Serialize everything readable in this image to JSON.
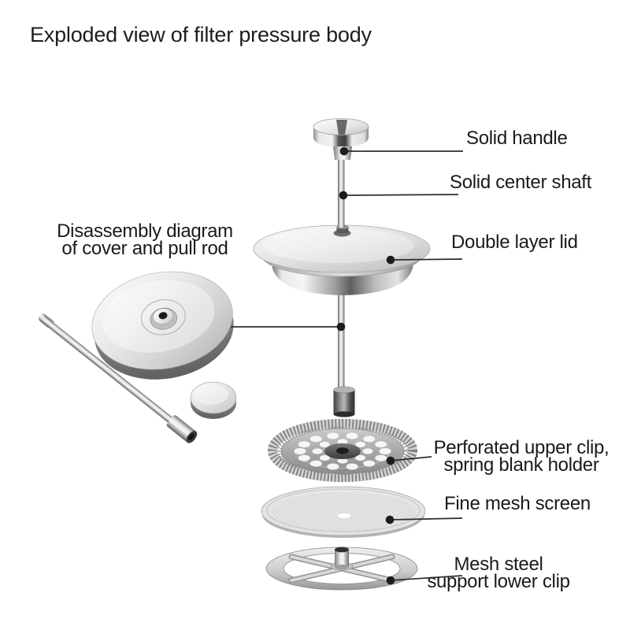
{
  "title": "Exploded view of filter pressure body",
  "callouts": {
    "solid_handle": "Solid handle",
    "solid_center_shaft": "Solid center shaft",
    "double_layer_lid": "Double layer lid",
    "disassembly": {
      "line1": "Disassembly diagram",
      "line2": "of cover and pull rod"
    },
    "perforated": {
      "line1": "Perforated upper clip,",
      "line2": "spring blank holder"
    },
    "fine_mesh_screen": "Fine mesh screen",
    "mesh_support": {
      "line1": "Mesh steel",
      "line2": "support lower clip"
    }
  },
  "parts": [
    "solid-handle-knob",
    "solid-center-shaft",
    "double-layer-lid",
    "shaft-end-coupler",
    "perforated-upper-clip-spring-blank-holder",
    "fine-mesh-screen",
    "mesh-steel-support-lower-clip",
    "detached-cover",
    "pull-rod",
    "cover-knob-cap"
  ],
  "colors": {
    "background": "#ffffff",
    "text": "#1a1a1a",
    "leader_line": "#2c2c2c",
    "metal_light": "#f2f2f2",
    "metal_dark": "#5a5a5a"
  }
}
